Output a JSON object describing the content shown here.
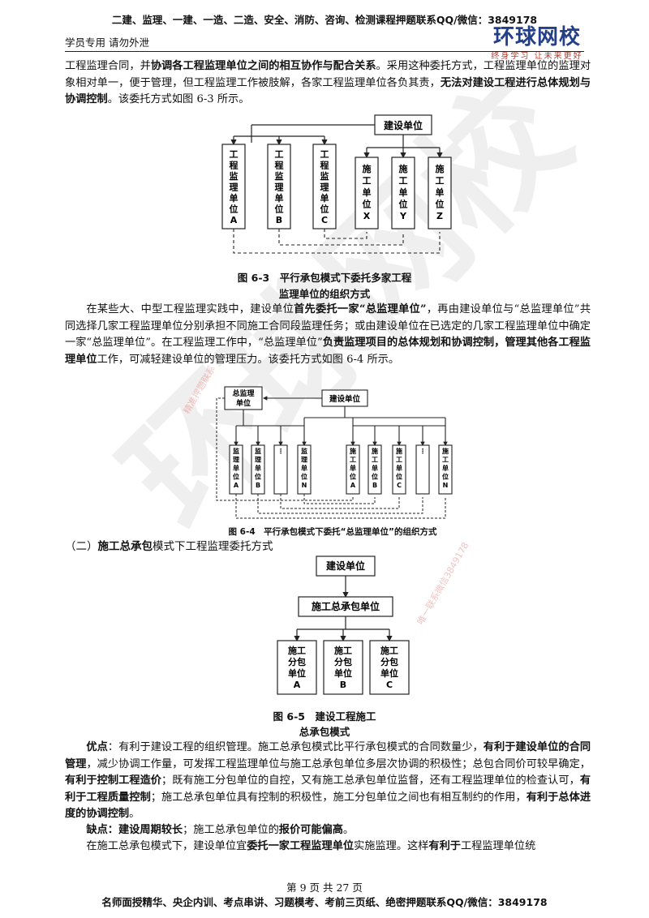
{
  "header": {
    "top": "二建、监理、一建、一造、二造、安全、消防、咨询、检测课程押题联系QQ/微信：3849178",
    "left": "学员专用 请勿外泄",
    "logo_main": "环球网校",
    "logo_sub": "终身学习 让未来更好"
  },
  "para1": {
    "a": "工程监理合同，并",
    "b": "协调各工程监理单位之间的相互协作与配合关系",
    "c": "。采用这种委托方式，工程监理单位的监理对象相对单一，便于管理，但工程监理工作被肢解，各家工程监理单位各负其责，",
    "d": "无法对建设工程进行总体规划与协调控制",
    "e": "。该委托方式如图 6-3 所示。"
  },
  "fig63": {
    "top": "建设单位",
    "left_boxes": [
      "工\n程\n监\n理\n单\n位\nA",
      "工\n程\n监\n理\n单\n位\nB",
      "工\n程\n监\n理\n单\n位\nC"
    ],
    "right_boxes": [
      "施\n工\n单\n位\nX",
      "施\n工\n单\n位\nY",
      "施\n工\n单\n位\nZ"
    ],
    "caption1": "图 6-3　平行承包模式下委托多家工程",
    "caption2": "监理单位的组织方式"
  },
  "para2": {
    "a": "在某些大、中型工程监理实践中，建设单位",
    "b": "首先委托一家“总监理单位”",
    "c": "，再由建设单位与“总监理单位”共同选择几家工程监理单位分别承担不同施工合同段监理任务；或由建设单位在已选定的几家工程监理单位中确定一家“总监理单位”。在工程监理工作中，“总监理单位”",
    "d": "负责监理项目的总体规划和协调控制，管理其他各工程监理单位",
    "e": "工作，可减轻建设单位的管理压力。该委托方式如图 6-4 所示。"
  },
  "fig64": {
    "chief": "总监理\n单位",
    "owner": "建设单位",
    "sup_boxes": [
      "监\n理\n单\n位\nA",
      "监\n理\n单\n位\nB",
      "……",
      "监\n理\n单\n位\nN"
    ],
    "con_boxes": [
      "施\n工\n单\n位\nA",
      "施\n工\n单\n位\nB",
      "施\n工\n单\n位\nC",
      "……",
      "施\n工\n单\n位\nN"
    ],
    "caption": "图 6-4　平行承包模式下委托“总监理单位”的组织方式"
  },
  "section2": {
    "a": "（二）",
    "b": "施工总承包",
    "c": "模式下工程监理委托方式"
  },
  "fig65": {
    "owner": "建设单位",
    "gc": "施工总承包单位",
    "subs": [
      "施工\n分包\n单位\nA",
      "施工\n分包\n单位\nB",
      "施工\n分包\n单位\nC"
    ],
    "caption1": "图 6-5　建设工程施工",
    "caption2": "总承包模式"
  },
  "adv": {
    "a": "优点",
    "b": "：有利于建设工程的组织管理。施工总承包模式比平行承包模式的合同数量少，",
    "c": "有利于建设单位的合同管理",
    "d": "，减少协调工作量，可发挥工程监理单位与施工总承包单位多层次协调的积极性；总包合同价可较早确定，",
    "e": "有利于控制工程造价",
    "f": "；既有施工分包单位的自控，又有施工总承包单位监督，还有工程监理单位的检查认可，",
    "g": "有利于工程质量控制",
    "h": "；施工总承包单位具有控制的积极性，施工分包单位之间也有相互制约的作用，",
    "i": "有利于总体进度的协调控制",
    "j": "。"
  },
  "disadv": {
    "a": "缺点：建设周期较长",
    "b": "；施工总承包单位的",
    "c": "报价可能偏高",
    "d": "。"
  },
  "para_last": {
    "a": "在施工总承包模式下，建设单位宜",
    "b": "委托一家工程监理单位",
    "c": "实施监理。这样",
    "d": "有利于",
    "e": "工程监理单位统"
  },
  "footer": {
    "page": "第 9 页 共 27 页",
    "text": "名师面授精华、央企内训、考点串讲、习题模考、考前三页纸、绝密押题联系QQ/微信：3849178"
  },
  "watermark": {
    "big": "环球网校",
    "small1": "精准押题联系",
    "small2": "唯一联系微信3849178"
  }
}
